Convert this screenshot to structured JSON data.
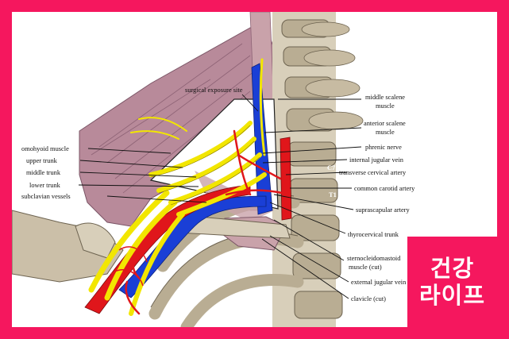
{
  "labels": {
    "surgical_exposure_site": "surgical exposure site",
    "middle_scalene_1": "middle scalene",
    "middle_scalene_2": "muscle",
    "anterior_scalene_1": "anterior scalene",
    "anterior_scalene_2": "muscle",
    "phrenic_nerve": "phrenic nerve",
    "internal_jugular_vein": "internal jugular vein",
    "c7": "C7",
    "transverse_cervical_artery": "transverse cervical artery",
    "common_carotid_artery": "common carotid artery",
    "t1": "T1",
    "suprascapular_artery": "suprascapular artery",
    "thyrocervical_trunk": "thyrocervical trunk",
    "scm_1": "sternocleidomastoid",
    "scm_2": "muscle (cut)",
    "external_jugular_vein": "external jugular vein",
    "clavicle": "clavicle (cut)",
    "omohyoid_muscle": "omohyoid muscle",
    "upper_trunk": "upper trunk",
    "middle_trunk": "middle trunk",
    "lower_trunk": "lower trunk",
    "subclavian_vessels": "subclavian vessels"
  },
  "badge": {
    "line1": "건강",
    "line2": "라이프"
  },
  "colors": {
    "frame": "#f5175e",
    "nerve": "#f2e600",
    "artery": "#e0161b",
    "vein": "#1a3fd6",
    "muscle": "#b88a9a",
    "bone": "#cbbfa8"
  }
}
